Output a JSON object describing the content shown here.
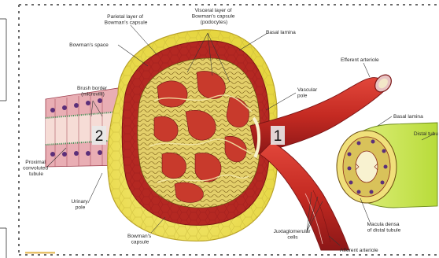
{
  "labels": {
    "parietal": [
      "Parietal layer of",
      "Bowman's capsule"
    ],
    "visceral": [
      "Visceral layer of",
      "Bowman's capsule",
      "(podocytes)"
    ],
    "basal_lamina_top": "Basal lamina",
    "bowmans_space": "Bowman's space",
    "efferent": "Efferent arteriole",
    "brush_border": [
      "Brush border",
      "(microvilli)"
    ],
    "vascular_pole": [
      "Vascular",
      "pole"
    ],
    "basal_lamina_right": "Basal lamina",
    "distal_tubule": "Distal tubu",
    "proximal": [
      "Proximal",
      "convoluted",
      "tubule"
    ],
    "urinary_pole": [
      "Urinary",
      "pole"
    ],
    "macula_densa": [
      "Macula densa",
      "of distal tubule"
    ],
    "juxtaglomerular": [
      "Juxtaglomerular",
      "cells"
    ],
    "bowmans_capsule": [
      "Bowman's",
      "capsule"
    ],
    "afferent": "Afferent arteriole"
  },
  "markers": {
    "one": "1",
    "two": "2"
  },
  "colors": {
    "capsule_yellow": "#f3ea63",
    "artery_red": "#cc2f26",
    "dark_red": "#8a1616",
    "glomerulus": "#efe08c",
    "tubule_pink": "#e9aeb4",
    "distal_green": "#cfe85e"
  }
}
